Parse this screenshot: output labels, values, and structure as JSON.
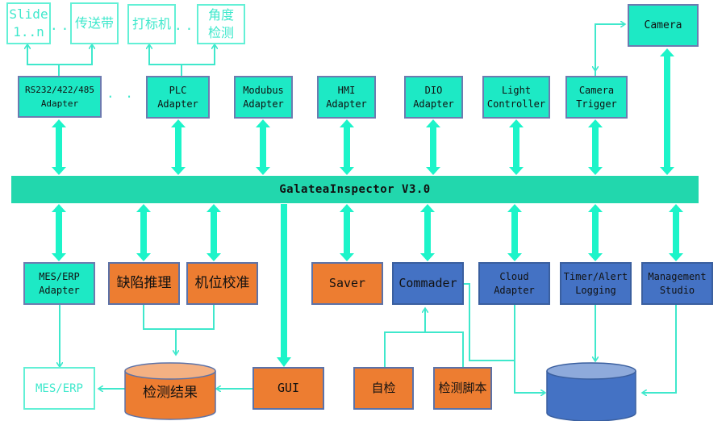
{
  "title": "GalateaInspector V3.0 Architecture",
  "colors": {
    "adapter": "#1de9c5",
    "bus": "#22d7ad",
    "module_orange": "#ed7d31",
    "module_blue": "#4472c4",
    "connector": "#3fe8cc"
  },
  "bus": {
    "label": "GalateaInspector V3.0"
  },
  "devices": {
    "slide": "Slide\n1..n",
    "conveyor": "传送带",
    "marker": "打标机",
    "angle": "角度\n检测",
    "dots_left": "...",
    "dots_right": "...",
    "camera": "Camera"
  },
  "top_adapters": [
    {
      "label": "RS232/422/485\nAdapter"
    },
    {
      "label": "PLC\nAdapter"
    },
    {
      "label": "Modubus\nAdapter"
    },
    {
      "label": "HMI\nAdapter"
    },
    {
      "label": "DIO\nAdapter"
    },
    {
      "label": "Light\nController"
    },
    {
      "label": "Camera\nTrigger"
    }
  ],
  "adapter_dots": ". . .",
  "bottom_modules": [
    {
      "label": "MES/ERP\nAdapter"
    },
    {
      "label": "缺陷推理"
    },
    {
      "label": "机位校准"
    },
    {
      "label": "Saver"
    },
    {
      "label": "Commader"
    },
    {
      "label": "Cloud\nAdapter"
    },
    {
      "label": "Timer/Alert\nLogging"
    },
    {
      "label": "Management\nStudio"
    }
  ],
  "lower": {
    "mes_erp": "MES/ERP",
    "results_db": "检测结果",
    "gui": "GUI",
    "self_check": "自检",
    "script": "检测脚本"
  }
}
